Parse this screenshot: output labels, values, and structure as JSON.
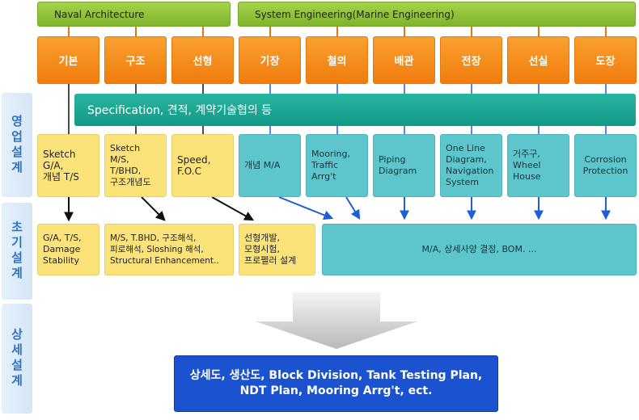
{
  "headers": {
    "naval": "Naval Architecture",
    "system": "System Engineering(Marine Engineering)"
  },
  "disciplines": [
    "기본",
    "구조",
    "선형",
    "기장",
    "철의",
    "배관",
    "전장",
    "선실",
    "도장"
  ],
  "phases": {
    "sales": "영업설계",
    "initial": "초기설계",
    "detail": "상세설계"
  },
  "spec_bar": "Specification, 견적, 계약기술협의 등",
  "sales_items": [
    "Sketch\nG/A,\n개념 T/S",
    "Sketch\nM/S,\nT/BHD,\n구조개념도",
    "Speed,\nF.O.C",
    "개념 M/A",
    "Mooring,\nTraffic\nArrg't",
    "Piping\nDiagram",
    "One Line\nDiagram,\nNavigation\nSystem",
    "거주구,\nWheel\nHouse",
    "Corrosion\nProtection"
  ],
  "initial_items": [
    "G/A, T/S,\nDamage\nStability",
    "M/S, T.BHD, 구조해석,\n피로해석, Sloshing 해석,\nStructural Enhancement..",
    "선형개발,\n모형시험,\n프로펠러 설계",
    "M/A, 상세사양 결정, BOM. ..."
  ],
  "detail_lines": [
    "상세도, 생산도, Block Division, Tank Testing Plan,",
    "NDT Plan, Mooring Arrg't, ect."
  ],
  "colors": {
    "green": "#8cc63f",
    "orange": "#f58a1f",
    "teal": "#1aa890",
    "yellow": "#fbe37a",
    "light_teal": "#5cc6cc",
    "blue": "#1a52d0",
    "phase_text": "#2f73c2"
  }
}
